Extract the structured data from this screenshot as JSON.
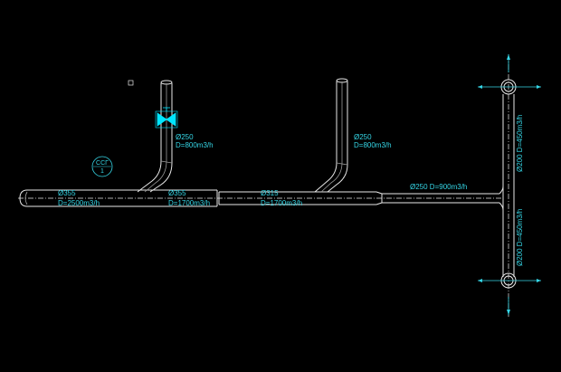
{
  "colors": {
    "background": "#000000",
    "pipe": "#e8e8e8",
    "label": "#35d6e6",
    "valve": "#00e5ff"
  },
  "icons": [
    "valve-icon",
    "section-marker-icon",
    "arrow-icon"
  ],
  "labels": {
    "main_d355_dia": "Ø355",
    "main_d355_flow": "D=2500m3/h",
    "mid_d355_dia": "Ø355",
    "mid_d355_flow": "D=1700m3/h",
    "d315_dia": "Ø315",
    "d315_flow": "D=1700m3/h",
    "branch1_dia": "Ø250",
    "branch1_flow": "D=800m3/h",
    "branch2_dia": "Ø250",
    "branch2_flow": "D=800m3/h",
    "end_d250": "Ø250 D=900m3/h",
    "vert_top": "Ø200 D=450m3/h",
    "vert_bottom": "Ø200 D=450m3/h",
    "marker_top": "CCГ",
    "marker_bottom": "1"
  }
}
